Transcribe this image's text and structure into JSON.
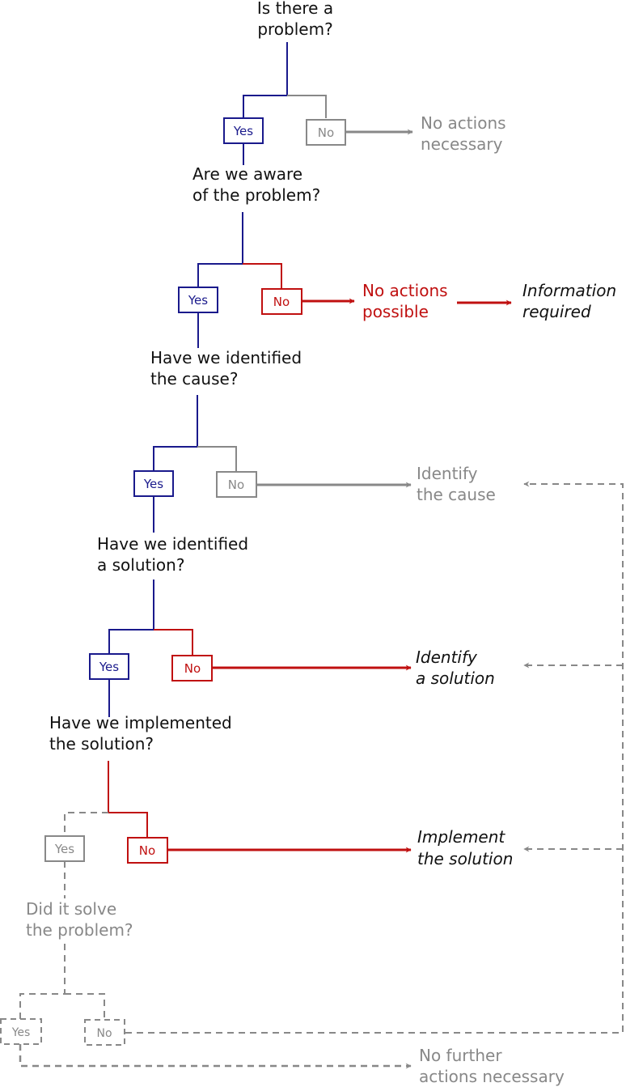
{
  "colors": {
    "blue": "#1a1a8c",
    "gray": "#888888",
    "red": "#c01010",
    "black": "#111111"
  },
  "questions": {
    "q1": [
      "Is there a",
      "problem?"
    ],
    "q2": [
      "Are we aware",
      "of the problem?"
    ],
    "q3": [
      "Have we identified",
      "the cause?"
    ],
    "q4": [
      "Have we identified",
      "a solution?"
    ],
    "q5": [
      "Have we implemented",
      "the solution?"
    ],
    "q6": [
      "Did it solve",
      "the problem?"
    ]
  },
  "outcomes": {
    "no_actions_necessary": [
      "No actions",
      "necessary"
    ],
    "no_actions_possible": [
      "No actions",
      "possible"
    ],
    "information_required": [
      "Information",
      "required"
    ],
    "identify_cause": [
      "Identify",
      "the cause"
    ],
    "identify_solution": [
      "Identify",
      "a solution"
    ],
    "implement_solution": [
      "Implement",
      "the solution"
    ],
    "no_further_actions": [
      "No further",
      "actions necessary"
    ]
  },
  "labels": {
    "yes": "Yes",
    "no": "No"
  }
}
